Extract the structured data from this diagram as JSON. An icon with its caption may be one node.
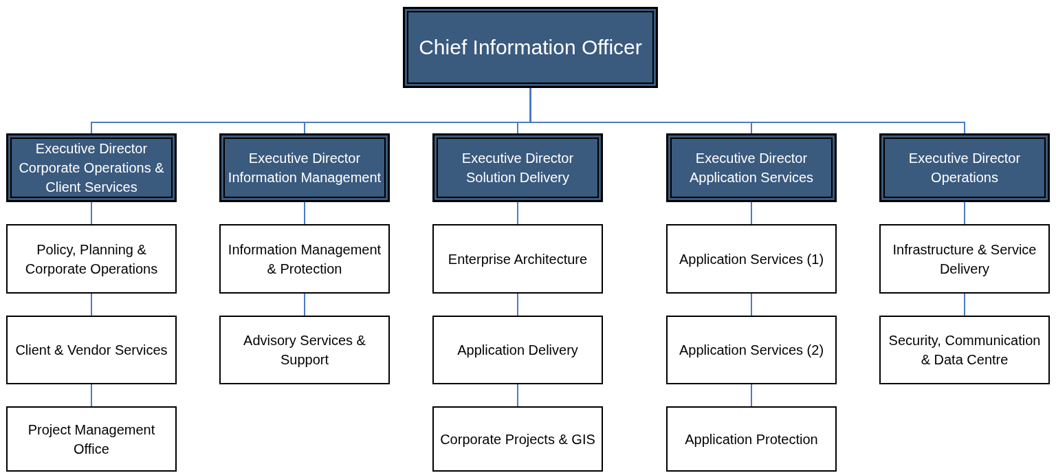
{
  "diagram": {
    "nodes": [
      {
        "text": [
          "Chief Information Officer"
        ]
      },
      {
        "text": [
          "Executive Director Corporate Operations & Client Services"
        ]
      },
      {
        "text": [
          "Policy, Planning & Corporate Operations"
        ]
      },
      {
        "text": [
          "Client & Vendor Services"
        ]
      },
      {
        "text": [
          "Project Management Office"
        ]
      },
      {
        "text": [
          "Executive Director Information Management"
        ]
      },
      {
        "text": [
          "Information Management & Protection"
        ]
      },
      {
        "text": [
          "Advisory Services & Support"
        ]
      },
      {
        "text": [
          "Executive Director Solution Delivery"
        ]
      },
      {
        "text": [
          "Enterprise Architecture"
        ]
      },
      {
        "text": [
          "Application Delivery"
        ]
      },
      {
        "text": [
          "Corporate Projects & GIS"
        ]
      },
      {
        "text": [
          "Executive Director Application Services"
        ]
      },
      {
        "text": [
          "Application Services (1)"
        ]
      },
      {
        "text": [
          "Application Services (2)"
        ]
      },
      {
        "text": [
          "Application Protection"
        ]
      },
      {
        "text": [
          "Executive Director Operations"
        ]
      },
      {
        "text": [
          "Infrastructure & Service Delivery"
        ]
      },
      {
        "text": [
          "Security, Communication & Data Centre"
        ]
      }
    ],
    "edges": [
      {
        "from": 0,
        "to": 1,
        "arrow": "none"
      },
      {
        "from": 0,
        "to": 5,
        "arrow": "none"
      },
      {
        "from": 0,
        "to": 8,
        "arrow": "none"
      },
      {
        "from": 0,
        "to": 12,
        "arrow": "none"
      },
      {
        "from": 0,
        "to": 16,
        "arrow": "none"
      },
      {
        "from": 1,
        "to": 2,
        "arrow": "none"
      },
      {
        "from": 2,
        "to": 3,
        "arrow": "none"
      },
      {
        "from": 3,
        "to": 4,
        "arrow": "none"
      },
      {
        "from": 5,
        "to": 6,
        "arrow": "none"
      },
      {
        "from": 6,
        "to": 7,
        "arrow": "none"
      },
      {
        "from": 8,
        "to": 9,
        "arrow": "none"
      },
      {
        "from": 9,
        "to": 10,
        "arrow": "none"
      },
      {
        "from": 10,
        "to": 11,
        "arrow": "none"
      },
      {
        "from": 12,
        "to": 13,
        "arrow": "none"
      },
      {
        "from": 13,
        "to": 14,
        "arrow": "none"
      },
      {
        "from": 14,
        "to": 15,
        "arrow": "none"
      },
      {
        "from": 16,
        "to": 17,
        "arrow": "none"
      },
      {
        "from": 17,
        "to": 18,
        "arrow": "none"
      }
    ]
  }
}
